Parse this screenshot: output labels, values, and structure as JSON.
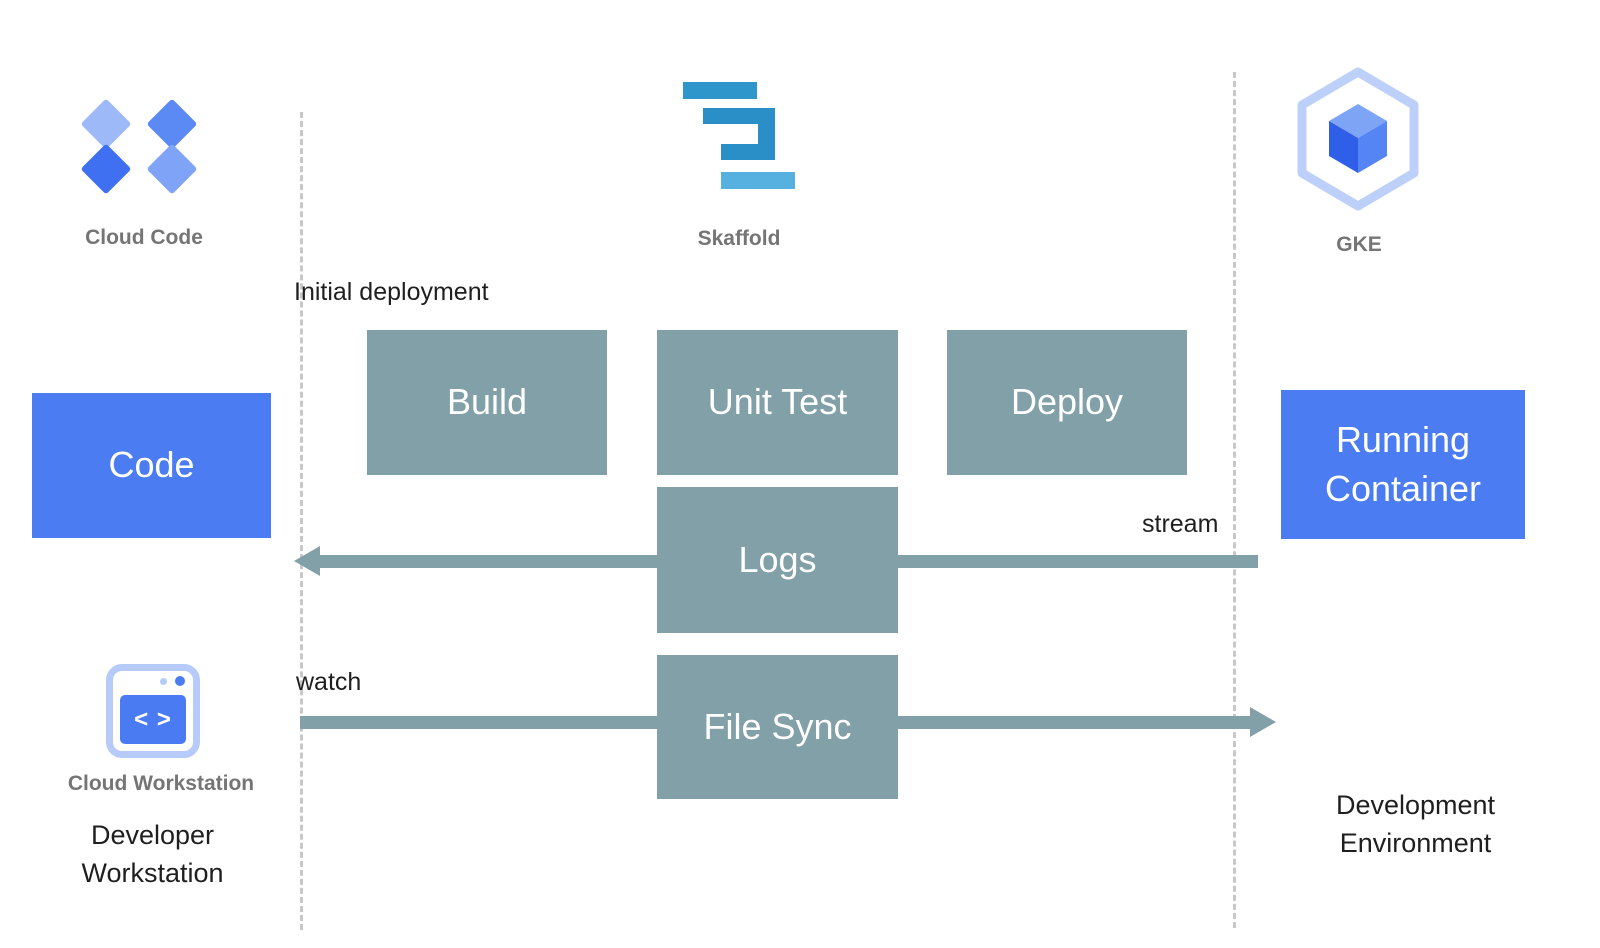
{
  "colors": {
    "primary_blue": "#4b7cf2",
    "teal": "#82a0a8",
    "label_gray": "#757575",
    "text_black": "#1f1f1f",
    "dashed_line": "#c8c8c8",
    "skaffold_blue_dark": "#2f96cc",
    "skaffold_blue_light": "#56b1e0",
    "icon_light_blue": "#b6cbf9"
  },
  "icons": {
    "cloud_code": "cloud-code-diamonds",
    "skaffold": "skaffold-s-mark",
    "gke": "gke-hexagon-cube",
    "cloud_workstation": "workstation-window",
    "workstation_glyph": "< >"
  },
  "lanes": {
    "cloud_code_label": "Cloud Code",
    "skaffold_label": "Skaffold",
    "gke_label": "GKE"
  },
  "flow": {
    "initial_deployment": "Initial deployment",
    "code": "Code",
    "build": "Build",
    "unit_test": "Unit Test",
    "deploy": "Deploy",
    "logs": "Logs",
    "file_sync": "File Sync",
    "running_container": "Running Container",
    "stream": "stream",
    "watch": "watch"
  },
  "footer": {
    "cloud_workstation": "Cloud Workstation",
    "developer_workstation": "Developer Workstation",
    "development_environment": "Development Environment"
  }
}
